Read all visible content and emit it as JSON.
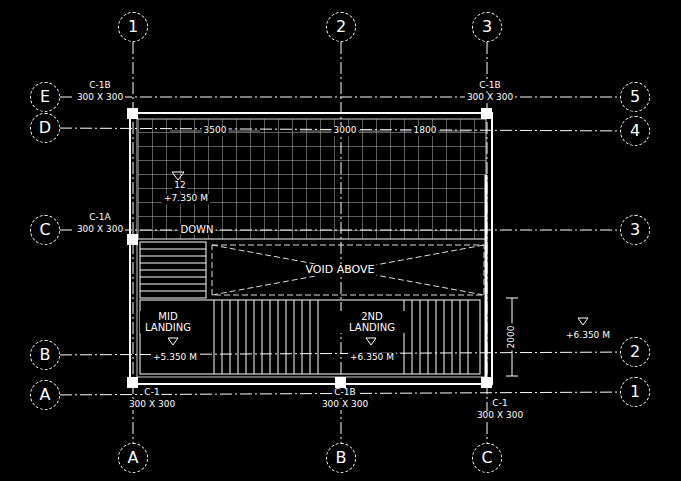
{
  "diagram": {
    "nodes": [
      {
        "text": [
          "1"
        ]
      },
      {
        "text": [
          "2"
        ]
      },
      {
        "text": [
          "3"
        ]
      },
      {
        "text": [
          "E"
        ]
      },
      {
        "text": [
          "5"
        ]
      },
      {
        "text": [
          "D"
        ]
      },
      {
        "text": [
          "4"
        ]
      },
      {
        "text": [
          "C"
        ]
      },
      {
        "text": [
          "3"
        ]
      },
      {
        "text": [
          "B"
        ]
      },
      {
        "text": [
          "2"
        ]
      },
      {
        "text": [
          "A"
        ]
      },
      {
        "text": [
          "1"
        ]
      },
      {
        "text": [
          "A"
        ]
      },
      {
        "text": [
          "B"
        ]
      },
      {
        "text": [
          "C"
        ]
      }
    ],
    "edges": [
      {
        "from": 0,
        "to": 13,
        "arrow": "none"
      },
      {
        "from": 1,
        "to": 14,
        "arrow": "none"
      },
      {
        "from": 2,
        "to": 15,
        "arrow": "none"
      },
      {
        "from": 3,
        "to": 4,
        "arrow": "none"
      },
      {
        "from": 5,
        "to": 6,
        "arrow": "none"
      },
      {
        "from": 7,
        "to": 8,
        "arrow": "none"
      },
      {
        "from": 9,
        "to": 10,
        "arrow": "none"
      },
      {
        "from": 11,
        "to": 12,
        "arrow": "none"
      }
    ],
    "labels": [
      "C-1B",
      "300 X 300",
      "C-1B",
      "300 X 300",
      "3500",
      "3000",
      "1800",
      "12",
      "+7.350 M",
      "C-1A",
      "300 X 300",
      "DOWN",
      "VOID ABOVE",
      "MID LANDING",
      "2ND LANDING",
      "+5.350 M",
      "+6.350 M",
      "2000",
      "+6.350 M",
      "C-1",
      "300 X 300",
      "C-1B",
      "300 X 300",
      "C-1",
      "300 X 300"
    ]
  }
}
